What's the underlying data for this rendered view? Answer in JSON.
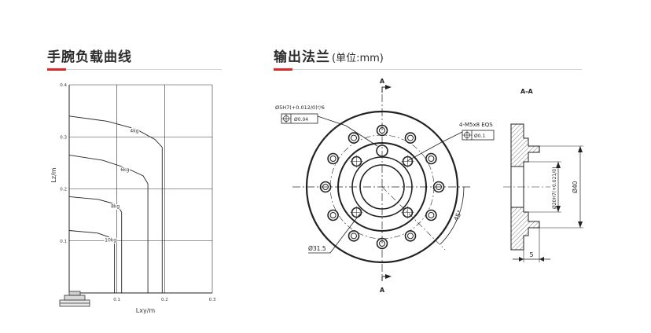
{
  "left_section": {
    "title": "手腕负载曲线"
  },
  "right_section": {
    "title": "输出法兰",
    "unit_note": "(单位:mm)"
  },
  "chart_data": {
    "type": "line",
    "xlabel": "Lxy/m",
    "ylabel": "Lz/m",
    "xlim": [
      0,
      0.3
    ],
    "ylim": [
      0,
      0.4
    ],
    "x_ticks": [
      "0.1",
      "0.2",
      "0.3"
    ],
    "y_ticks": [
      "0.1",
      "0.2",
      "0.3",
      "0.4"
    ],
    "grid": true,
    "series": [
      {
        "name": "4kg",
        "points": [
          [
            0,
            0.34
          ],
          [
            0.08,
            0.33
          ],
          [
            0.14,
            0.315
          ],
          [
            0.18,
            0.295
          ],
          [
            0.195,
            0.28
          ],
          [
            0.195,
            0
          ]
        ]
      },
      {
        "name": "6kg",
        "points": [
          [
            0,
            0.265
          ],
          [
            0.07,
            0.255
          ],
          [
            0.12,
            0.24
          ],
          [
            0.155,
            0.225
          ],
          [
            0.165,
            0.21
          ],
          [
            0.165,
            0
          ]
        ]
      },
      {
        "name": "8kg",
        "points": [
          [
            0,
            0.185
          ],
          [
            0.06,
            0.18
          ],
          [
            0.1,
            0.17
          ],
          [
            0.11,
            0.155
          ],
          [
            0.11,
            0
          ]
        ]
      },
      {
        "name": "10kg",
        "points": [
          [
            0,
            0.12
          ],
          [
            0.06,
            0.115
          ],
          [
            0.09,
            0.105
          ],
          [
            0.095,
            0.095
          ],
          [
            0.095,
            0
          ]
        ]
      }
    ]
  },
  "drawing": {
    "section_label_top": "A",
    "section_label_bottom": "A",
    "section_view_title": "A-A",
    "pin_hole_callout": "Ø5H7(+0.012/0)▽6",
    "pin_hole_tolerance": "Ø0.04",
    "thread_callout": "4-M5x8 EQS",
    "thread_tolerance": "Ø0.1",
    "pcd_dimension": "Ø31.5",
    "angle_dimension": "45°",
    "bore_dimension": "Ø20H7(+0.021/0)",
    "outer_dimension": "Ø40",
    "depth_dimension": "5"
  }
}
